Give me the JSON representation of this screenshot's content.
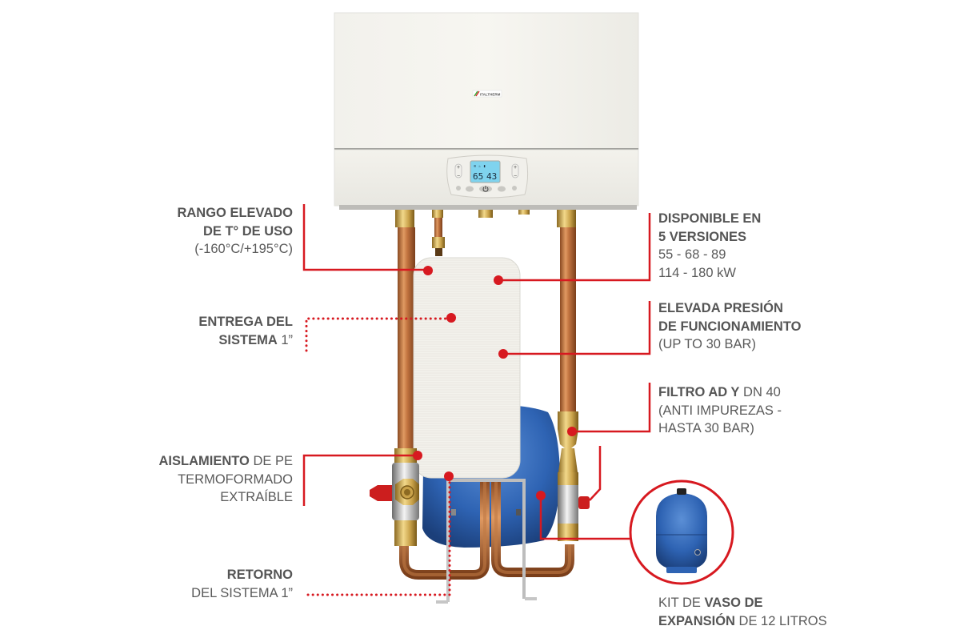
{
  "brand": {
    "logo_text": "ITALTHERM",
    "accent_color": "#d71920",
    "text_color": "#555555"
  },
  "control_panel": {
    "display_left_value": "65",
    "display_right_value": "43",
    "display_color": "#7fd3ee",
    "plus_symbol": "+",
    "minus_symbol": "−"
  },
  "callouts": {
    "rango": {
      "line1": "RANGO ELEVADO",
      "line2": "DE T° DE USO",
      "line3": "(-160°C/+195°C)"
    },
    "entrega": {
      "line1": "ENTREGA DEL",
      "line2_bold": "SISTEMA",
      "line2_normal": " 1”"
    },
    "aislamiento": {
      "line1_bold": "AISLAMIENTO",
      "line1_normal": " DE PE",
      "line2": "TERMOFORMADO",
      "line3": "EXTRAÍBLE"
    },
    "retorno": {
      "line1": "RETORNO",
      "line2": "DEL SISTEMA 1”"
    },
    "disponible": {
      "line1": "DISPONIBLE EN",
      "line2": "5 VERSIONES",
      "line3": "55 - 68 - 89",
      "line4": "114 - 180 kW"
    },
    "presion": {
      "line1": "ELEVADA PRESIÓN",
      "line2": "DE FUNCIONAMIENTO",
      "line3": "(UP TO 30 BAR)"
    },
    "filtro": {
      "line1_bold": "FILTRO AD Y",
      "line1_normal": " DN 40",
      "line2": "(ANTI IMPUREZAS -",
      "line3": "HASTA 30 BAR)"
    },
    "kit": {
      "line1_normal": "KIT DE ",
      "line1_bold": "VASO DE",
      "line2_bold": "EXPANSIÓN",
      "line2_normal": " DE 12 LITROS"
    }
  }
}
